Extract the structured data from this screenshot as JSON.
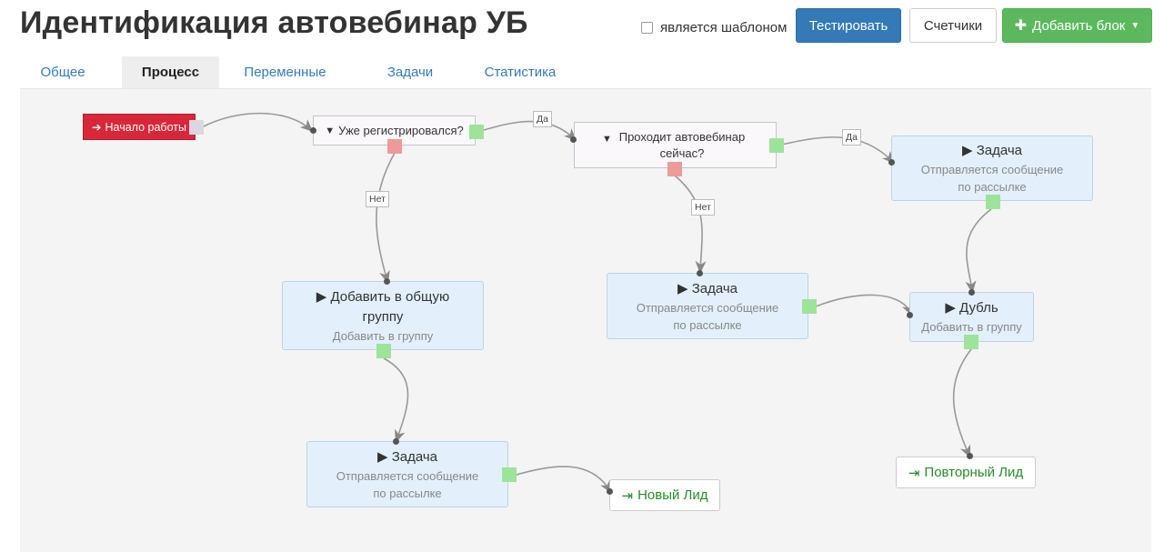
{
  "header": {
    "title": "Идентификация автовебинар УБ",
    "template_checkbox_label": "является шаблоном",
    "test_button": "Тестировать",
    "counters_button": "Счетчики",
    "add_block_button": "Добавить блок"
  },
  "tabs": [
    {
      "label": "Общее",
      "active": false
    },
    {
      "label": "Процесс",
      "active": true
    },
    {
      "label": "Переменные",
      "active": false
    },
    {
      "label": "Задачи",
      "active": false
    },
    {
      "label": "Статистика",
      "active": false
    }
  ],
  "flow": {
    "start": {
      "label": "Начало работы"
    },
    "cond_registered": {
      "label": "Уже регистрировался?"
    },
    "cond_autowebinar": {
      "label": "Проходит автовебинар сейчас?"
    },
    "task_add_group": {
      "title": "Добавить в общую группу",
      "subtitle": "Добавить в группу"
    },
    "task_send_1": {
      "title": "Задача",
      "subtitle": "Отправляется сообщение по рассылке"
    },
    "task_send_2": {
      "title": "Задача",
      "subtitle": "Отправляется сообщение по рассылке"
    },
    "task_send_3": {
      "title": "Задача",
      "subtitle": "Отправляется сообщение по рассылке"
    },
    "task_duplicate": {
      "title": "Дубль",
      "subtitle": "Добавить в группу"
    },
    "end_new_lead": {
      "label": "Новый Лид"
    },
    "end_repeat_lead": {
      "label": "Повторный Лид"
    },
    "edge_labels": {
      "yes": "Да",
      "no": "Нет"
    }
  },
  "colors": {
    "primary": "#337ab7",
    "success": "#5cb85c",
    "danger": "#d9273a",
    "task_bg": "#e3f0fb",
    "port_yes": "#9de39a",
    "port_no": "#ee9a9a"
  },
  "icons": {
    "start": "sign-in-icon",
    "condition": "filter-icon",
    "task": "play-icon",
    "end": "sign-out-icon",
    "add": "plus-icon",
    "dropdown": "caret-down-icon"
  }
}
